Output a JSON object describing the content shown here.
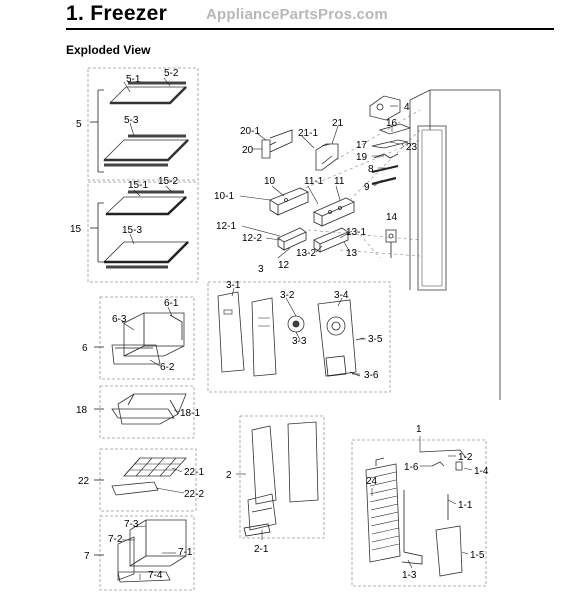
{
  "header": {
    "title": "1.  Freezer",
    "watermark": "AppliancePartsPros.com",
    "section": "Exploded View"
  },
  "diagram": {
    "labels": {
      "p5": "5",
      "p5_1": "5-1",
      "p5_2": "5-2",
      "p5_3": "5-3",
      "p15": "15",
      "p15_1": "15-1",
      "p15_2": "15-2",
      "p15_3": "15-3",
      "p6": "6",
      "p6_1": "6-1",
      "p6_2": "6-2",
      "p6_3": "6-3",
      "p18": "18",
      "p18_1": "18-1",
      "p22": "22",
      "p22_1": "22-1",
      "p22_2": "22-2",
      "p7": "7",
      "p7_1": "7-1",
      "p7_2": "7-2",
      "p7_3": "7-3",
      "p7_4": "7-4",
      "p20": "20",
      "p20_1": "20-1",
      "p21": "21",
      "p21_1": "21-1",
      "p10": "10",
      "p10_1": "10-1",
      "p11": "11",
      "p11_1": "11-1",
      "p12": "12",
      "p12_1": "12-1",
      "p12_2": "12-2",
      "p13": "13",
      "p13_1": "13-1",
      "p13_2": "13-2",
      "p4": "4",
      "p16": "16",
      "p17": "17",
      "p23": "23",
      "p19": "19",
      "p8": "8",
      "p9": "9",
      "p14": "14",
      "p3": "3",
      "p3_1": "3-1",
      "p3_2": "3-2",
      "p3_3": "3-3",
      "p3_4": "3-4",
      "p3_5": "3-5",
      "p3_6": "3-6",
      "p2": "2",
      "p2_1": "2-1",
      "p1": "1",
      "p1_1": "1-1",
      "p1_2": "1-2",
      "p1_3": "1-3",
      "p1_4": "1-4",
      "p1_5": "1-5",
      "p1_6": "1-6",
      "p24": "24"
    }
  }
}
